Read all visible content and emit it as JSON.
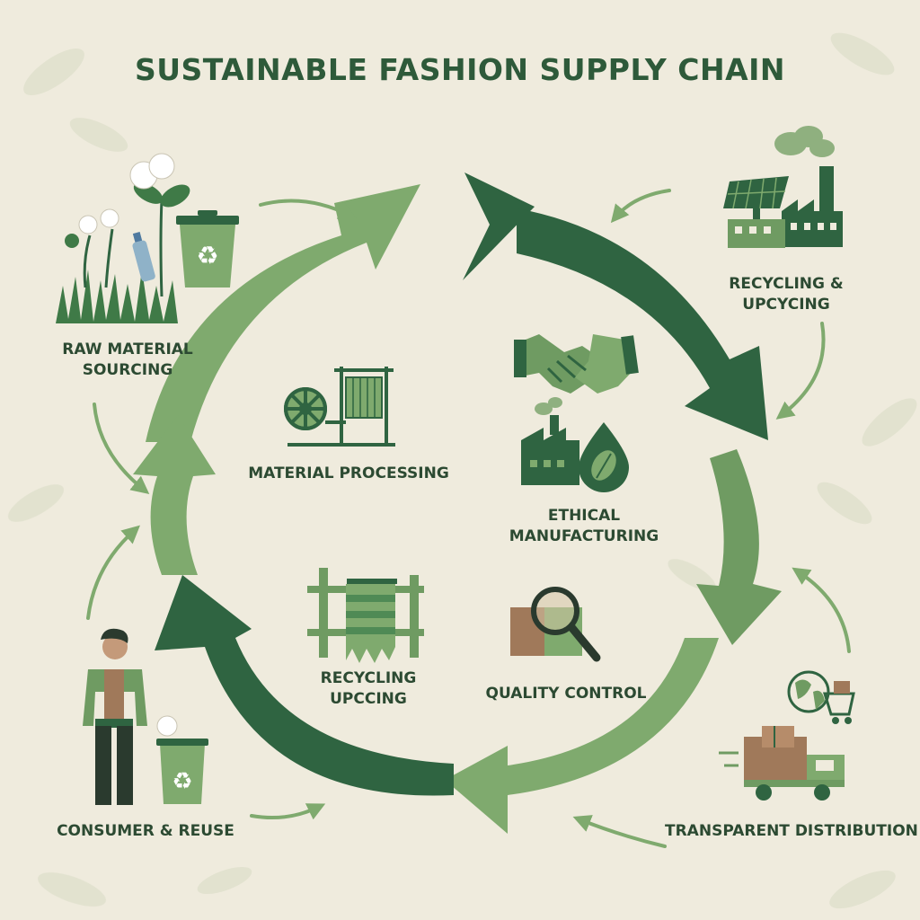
{
  "title": "SUSTAINABLE FASHION SUPPLY CHAIN",
  "colors": {
    "background": "#efebdd",
    "dark_green": "#2f6441",
    "mid_green": "#6f9b62",
    "light_green": "#7faa6e",
    "text": "#2c4a32",
    "brown": "#a0795a"
  },
  "outer_stages": {
    "raw_material": {
      "line1": "RAW MATERIAL",
      "line2": "SOURCING",
      "icon": "cotton-plant-icon"
    },
    "recycling_top": {
      "line1": "RECYCLING &",
      "line2": "UPCYCING",
      "icon": "solar-factory-icon"
    },
    "distribution": {
      "line1": "TRANSPARENT DISTRIBUTION",
      "icon": "delivery-truck-icon"
    },
    "consumer": {
      "line1": "CONSUMER & REUSE",
      "icon": "consumer-person-icon"
    }
  },
  "inner_stages": {
    "material_processing": {
      "line1": "MATERIAL PROCESSING",
      "icon": "spinning-wheel-icon"
    },
    "ethical_manufacturing": {
      "line1": "ETHICAL",
      "line2": "MANUFACTURING",
      "icon": "handshake-factory-icon"
    },
    "recycling_inner": {
      "line1": "RECYCLING",
      "line2": "UPCCING",
      "icon": "weaving-loom-icon"
    },
    "quality_control": {
      "line1": "QUALITY CONTROL",
      "icon": "magnifier-icon"
    }
  },
  "recycle_glyph": "♻"
}
